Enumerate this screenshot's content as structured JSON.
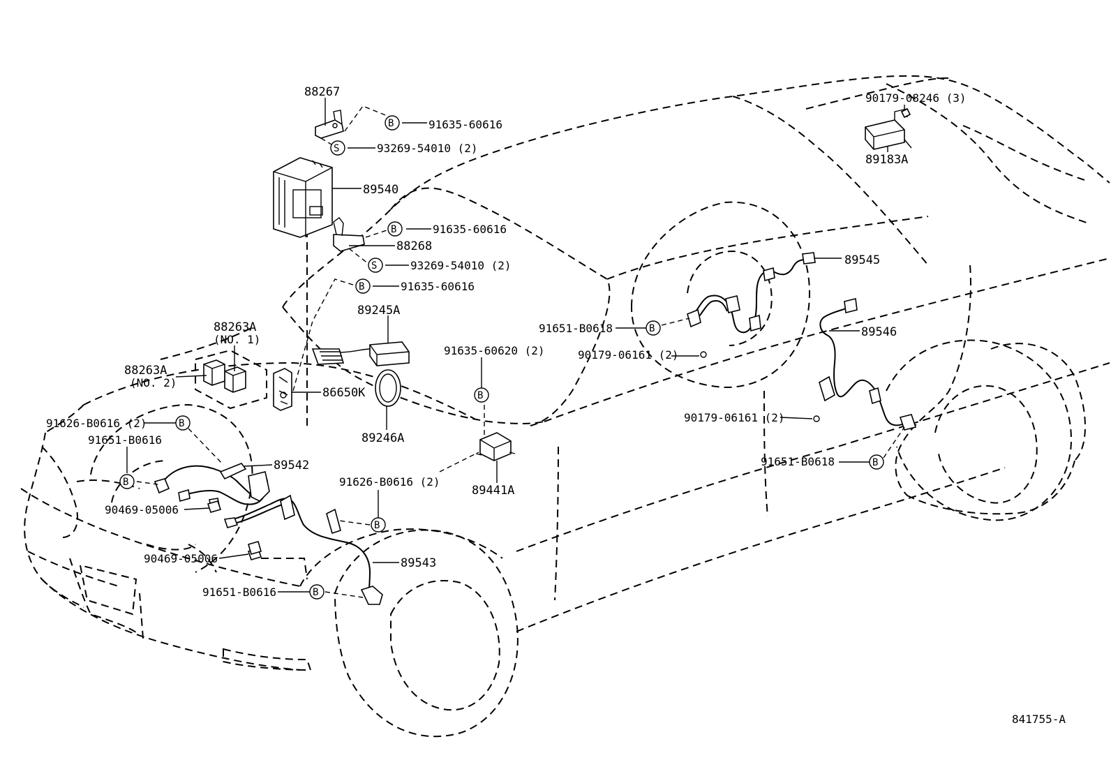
{
  "drawing_ref": "841755-A",
  "parts": {
    "p88267": "88267",
    "p91635_60616_a": "91635-60616",
    "p93269_54010_a": "93269-54010 (2)",
    "p89540": "89540",
    "p91635_60616_b": "91635-60616",
    "p88268": "88268",
    "p93269_54010_b": "93269-54010 (2)",
    "p91635_60616_c": "91635-60616",
    "p89245A": "89245A",
    "p88263A_no1": "88263A",
    "p88263A_no1_sub": "(NO. 1)",
    "p88263A_no2": "88263A",
    "p88263A_no2_sub": "(NO. 2)",
    "p86650K": "86650K",
    "p89246A": "89246A",
    "p91626_B0616_a": "91626-B0616 (2)",
    "p91651_B0616_a": "91651-B0616",
    "p89542": "89542",
    "p90469_05006_a": "90469-05006",
    "p90469_05006_b": "90469-05006",
    "p91651_B0616_b": "91651-B0616",
    "p89543": "89543",
    "p91626_B0616_b": "91626-B0616 (2)",
    "p91635_60620": "91635-60620 (2)",
    "p89441A": "89441A",
    "p91651_B0618_a": "91651-B0618",
    "p90179_06161_a": "90179-06161 (2)",
    "p89545": "89545",
    "p89546": "89546",
    "p90179_06161_b": "90179-06161 (2)",
    "p91651_B0618_b": "91651-B0618",
    "p90179_08246": "90179-08246 (3)",
    "p89183A": "89183A"
  },
  "symbols": {
    "bolt": "B",
    "screw": "S"
  }
}
